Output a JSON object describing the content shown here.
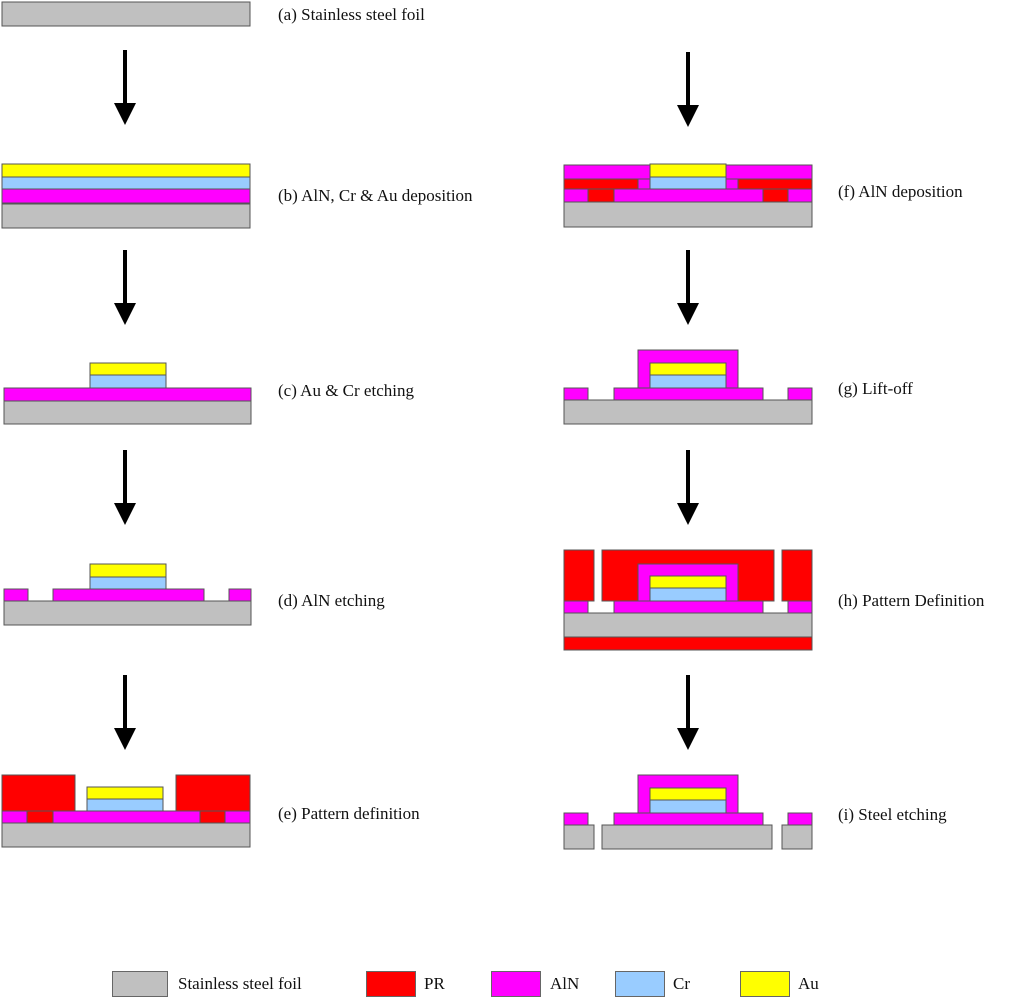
{
  "colors": {
    "steel": "#c0c0c0",
    "pr": "#ff0000",
    "aln": "#ff00ff",
    "cr": "#99ccff",
    "au": "#ffff00",
    "arrow": "#000000"
  },
  "steps": [
    {
      "id": "a",
      "label": "(a) Stainless steel foil"
    },
    {
      "id": "b",
      "label": "(b) AlN, Cr & Au deposition"
    },
    {
      "id": "c",
      "label": "(c) Au & Cr etching"
    },
    {
      "id": "d",
      "label": "(d) AlN etching"
    },
    {
      "id": "e",
      "label": "(e) Pattern definition"
    },
    {
      "id": "f",
      "label": "(f) AlN deposition"
    },
    {
      "id": "g",
      "label": "(g) Lift-off"
    },
    {
      "id": "h",
      "label": "(h) Pattern Definition"
    },
    {
      "id": "i",
      "label": "(i) Steel etching"
    }
  ],
  "legend": [
    {
      "material": "steel",
      "label": "Stainless steel foil"
    },
    {
      "material": "pr",
      "label": "PR"
    },
    {
      "material": "aln",
      "label": "AlN"
    },
    {
      "material": "cr",
      "label": "Cr"
    },
    {
      "material": "au",
      "label": "Au"
    }
  ]
}
